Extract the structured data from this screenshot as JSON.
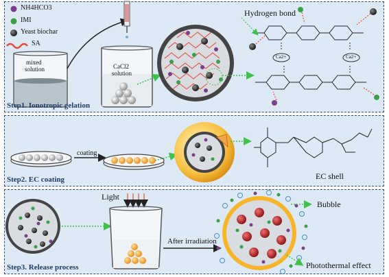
{
  "legend": {
    "nh4hco3": "NH4HCO3",
    "imi": "IMI",
    "biochar": "Yeast biochar",
    "sa": "SA"
  },
  "step1": {
    "label": "Step1. Ionotropic gelation",
    "mixed_line1": "mixed",
    "mixed_line2": "solution",
    "cacl2_line1": "CaCl2",
    "cacl2_line2": "solution",
    "hydrogen_bond": "Hydrogen bond",
    "ca_label": "Ca2+"
  },
  "step2": {
    "label": "Step2. EC coating",
    "coating": "coating",
    "ec_shell": "EC shell"
  },
  "step3": {
    "label": "Step3. Release process",
    "light": "Light",
    "after_irradiation": "After irradiation",
    "bubble": "Bubble",
    "photothermal": "Photothermal effect"
  },
  "colors": {
    "panel_bg": "#dde9f5",
    "panel_border": "#2f4f6f",
    "nh4hco3": "#7b3f8c",
    "imi": "#3aa04a",
    "biochar": "#1a1a1a",
    "sa": "#e8463a",
    "shell": "#f0a020",
    "arrow_green": "#3fc24a"
  }
}
